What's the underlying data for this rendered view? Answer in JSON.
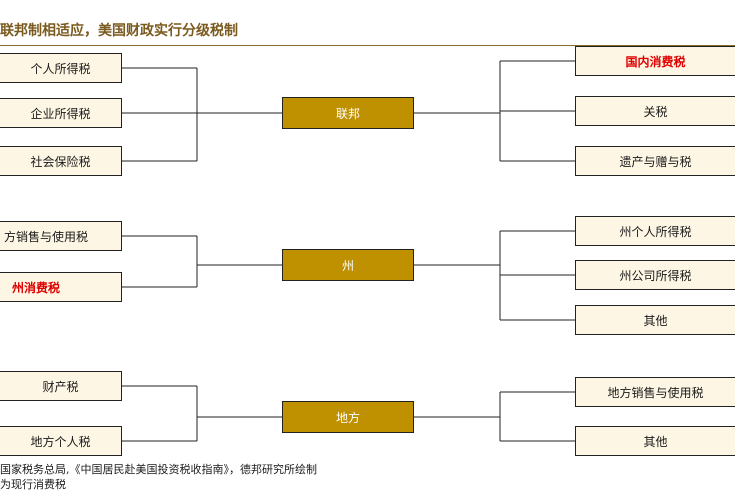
{
  "title": "联邦制相适应，美国财政实行分级税制",
  "groups": [
    {
      "hub": "联邦",
      "left": [
        {
          "label": "个人所得税",
          "highlight": false
        },
        {
          "label": "企业所得税",
          "highlight": false
        },
        {
          "label": "社会保险税",
          "highlight": false
        }
      ],
      "right": [
        {
          "label": "国内消费税",
          "highlight": true
        },
        {
          "label": "关税",
          "highlight": false
        },
        {
          "label": "遗产与赠与税",
          "highlight": false
        }
      ]
    },
    {
      "hub": "州",
      "left": [
        {
          "label": "方销售与使用税",
          "highlight": false
        },
        {
          "label": "州消费税",
          "highlight": true
        }
      ],
      "right": [
        {
          "label": "州个人所得税",
          "highlight": false
        },
        {
          "label": "州公司所得税",
          "highlight": false
        },
        {
          "label": "其他",
          "highlight": false
        }
      ]
    },
    {
      "hub": "地方",
      "left": [
        {
          "label": "财产税",
          "highlight": false
        },
        {
          "label": "地方个人税",
          "highlight": false
        }
      ],
      "right": [
        {
          "label": "地方销售与使用税",
          "highlight": false
        },
        {
          "label": "其他",
          "highlight": false
        }
      ]
    }
  ],
  "footnotes": [
    "国家税务总局,《中国居民赴美国投资税收指南》，德邦研究所绘制",
    "为现行消费税"
  ],
  "colors": {
    "hub": "#bf9000",
    "box": "#fdf6e4",
    "highlight": "#e00000",
    "title": "#7a5a1e"
  }
}
